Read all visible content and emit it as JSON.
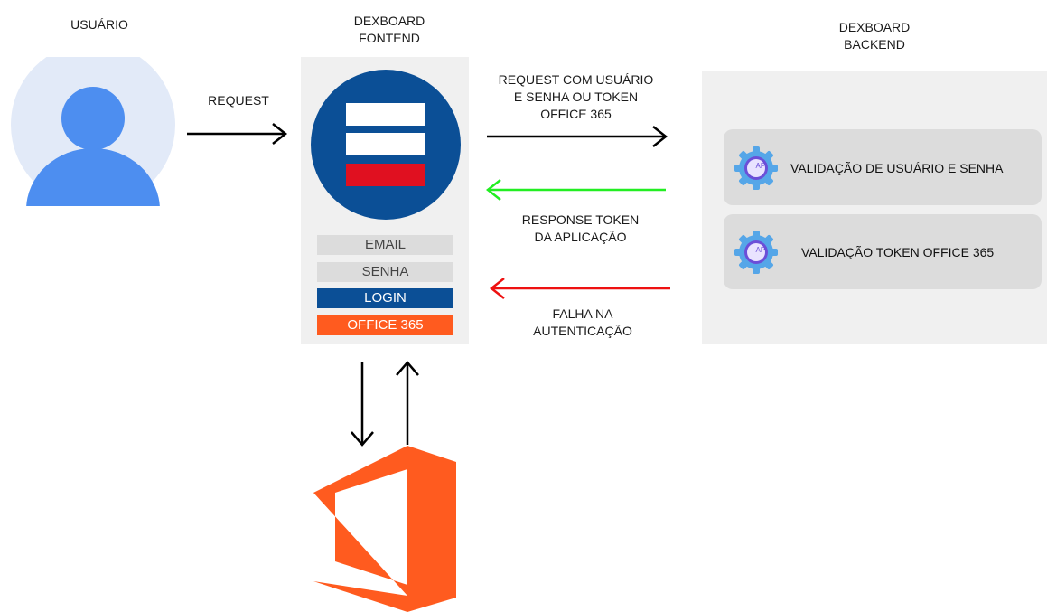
{
  "user": {
    "title": "USUÁRIO"
  },
  "frontend": {
    "title_line1": "DEXBOARD",
    "title_line2": "FONTEND",
    "email_label": "EMAIL",
    "password_label": "SENHA",
    "login_label": "LOGIN",
    "office_label": "OFFICE 365"
  },
  "backend": {
    "title_line1": "DEXBOARD",
    "title_line2": "BACKEND",
    "card1_text": "VALIDAÇÃO DE USUÁRIO E SENHA",
    "card2_text": "VALIDAÇÃO TOKEN OFFICE 365",
    "api_badge": "API"
  },
  "arrows": {
    "request": "REQUEST",
    "request_credentials_line1": "REQUEST COM USUÁRIO",
    "request_credentials_line2": "E SENHA OU TOKEN",
    "request_credentials_line3": "OFFICE 365",
    "response_line1": "RESPONSE TOKEN",
    "response_line2": "DA APLICAÇÃO",
    "failure_line1": "FALHA NA",
    "failure_line2": "AUTENTICAÇÃO"
  },
  "colors": {
    "brand_blue": "#0b4f96",
    "brand_red": "#e01020",
    "office_orange": "#ff5b1f",
    "success_green": "#22ee22",
    "failure_red": "#ee1111",
    "avatar_blue": "#4d8ef0",
    "avatar_bg": "#e2eaf8"
  }
}
